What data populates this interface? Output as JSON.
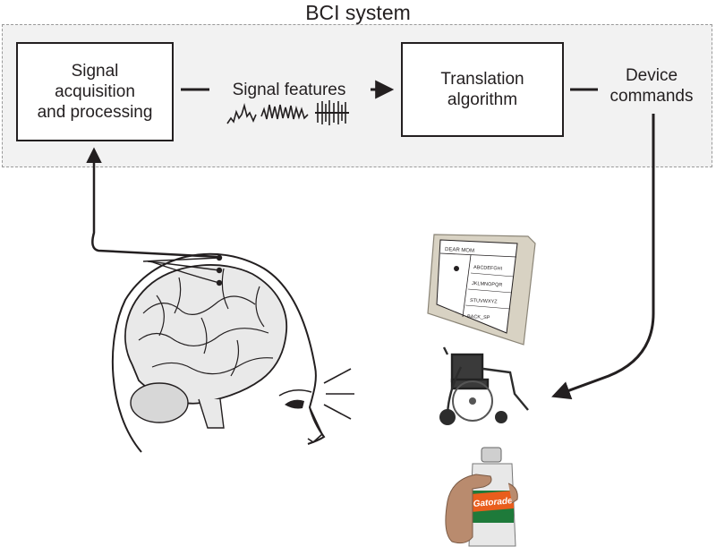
{
  "title": "BCI system",
  "blocks": {
    "acquisition": {
      "lines": [
        "Signal",
        "acquisition",
        "and processing"
      ]
    },
    "features": {
      "label": "Signal features"
    },
    "translation": {
      "lines": [
        "Translation",
        "algorithm"
      ]
    },
    "commands": {
      "lines": [
        "Device",
        "commands"
      ]
    }
  },
  "devices": {
    "monitor": {
      "header": "DEAR MOM",
      "rows": [
        "ABCDEFGHI",
        "JKLMNOPQR",
        "STUVWXYZ",
        "BACK_SP"
      ]
    },
    "bottle": {
      "brand": "Gatorade"
    }
  },
  "colors": {
    "line": "#231f20",
    "panel": "#f2f2f2",
    "panel_border": "#9a9a9a"
  }
}
